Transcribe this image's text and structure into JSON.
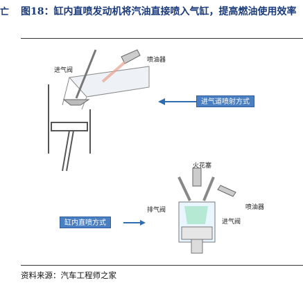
{
  "edge_char": "亡",
  "figure": {
    "title": "图18：缸内直喷发动机将汽油直接喷入气缸，提高燃油使用效率"
  },
  "port_injection": {
    "label_injector": "喷油器",
    "label_intake_valve": "进气阀",
    "tag": "进气道喷射方式"
  },
  "direct_injection": {
    "label_spark_plug": "火花塞",
    "label_injector": "喷油器",
    "label_exhaust_valve": "排气阀",
    "label_intake_valve": "进气阀",
    "tag": "缸内直喷方式"
  },
  "source": "资料来源：汽车工程师之家",
  "colors": {
    "accent": "#4a7fc1",
    "title": "#1a3a7a"
  }
}
